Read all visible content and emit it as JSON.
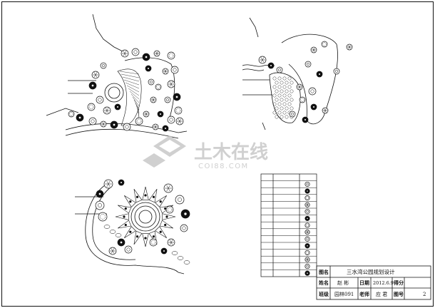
{
  "title_block": {
    "row1": {
      "label_name": "图名",
      "project_title": "三水湾公园规划设计"
    },
    "row2": {
      "label_student": "姓名",
      "student_name": "赵 彬",
      "label_date": "日期",
      "date": "2012.6.9",
      "label_score": "得分"
    },
    "row3": {
      "label_class": "班级",
      "class_name": "园林091",
      "label_teacher": "老师",
      "teacher_name": "应 君",
      "label_drawing_no": "图号",
      "drawing_no": "2"
    }
  },
  "watermark": {
    "cn_text": "土木在线",
    "en_text": "COI88.COM"
  },
  "legend": {
    "row_count": 15
  },
  "colors": {
    "line": "#111111",
    "watermark": "#c8c8c8",
    "paper": "#ffffff"
  }
}
